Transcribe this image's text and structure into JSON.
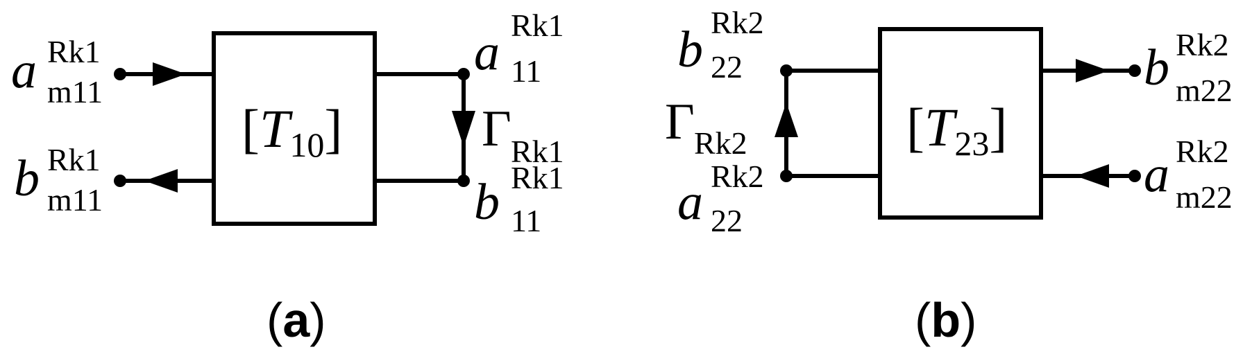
{
  "panel_a": {
    "box_label": {
      "bracket_open": "[",
      "var": "T",
      "sub": "10",
      "bracket_close": "]"
    },
    "port_in": {
      "var": "a",
      "sub": "m11",
      "sup": "Rk1"
    },
    "port_out": {
      "var": "b",
      "sub": "m11",
      "sup": "Rk1"
    },
    "node_top": {
      "var": "a",
      "sub": "11",
      "sup": "Rk1"
    },
    "node_bot": {
      "var": "b",
      "sub": "11",
      "sup": "Rk1"
    },
    "gamma": {
      "var": "Γ",
      "sub": "Rk1"
    },
    "caption": {
      "open": "(",
      "letter": "a",
      "close": ")"
    }
  },
  "panel_b": {
    "box_label": {
      "bracket_open": "[",
      "var": "T",
      "sub": "23",
      "bracket_close": "]"
    },
    "port_out": {
      "var": "b",
      "sub": "m22",
      "sup": "Rk2"
    },
    "port_in": {
      "var": "a",
      "sub": "m22",
      "sup": "Rk2"
    },
    "node_top": {
      "var": "b",
      "sub": "22",
      "sup": "Rk2"
    },
    "node_bot": {
      "var": "a",
      "sub": "22",
      "sup": "Rk2"
    },
    "gamma": {
      "var": "Γ",
      "sub": "Rk2"
    },
    "caption": {
      "open": "(",
      "letter": "b",
      "close": ")"
    }
  },
  "colors": {
    "ink": "#000000",
    "background": "#ffffff"
  }
}
